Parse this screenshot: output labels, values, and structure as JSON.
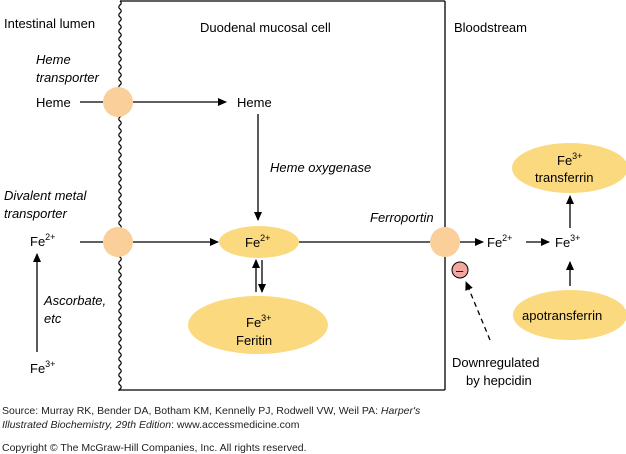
{
  "regions": {
    "lumen": "Intestinal lumen",
    "cell": "Duodenal mucosal cell",
    "blood": "Bloodstream"
  },
  "transporters": {
    "heme": [
      "Heme",
      "transporter"
    ],
    "dmt": [
      "Divalent metal",
      "transporter"
    ],
    "ferroportin": "Ferroportin"
  },
  "species": {
    "heme_lumen": "Heme",
    "heme_cell": "Heme",
    "fe_base": "Fe",
    "fe2_sup": "2+",
    "fe3_sup": "3+"
  },
  "labels": {
    "heme_oxygenase": "Heme oxygenase",
    "ascorbate": [
      "Ascorbate,",
      "etc"
    ],
    "ferritin": "Feritin",
    "transferrin": "transferrin",
    "apotransferrin": "apotransferrin",
    "downregulated": [
      "Downregulated",
      "by hepcidin"
    ],
    "minus": "–"
  },
  "footer": {
    "source_prefix": "Source: Murray RK, Bender DA, Botham KM, Kennelly PJ, Rodwell VW, Weil PA: ",
    "book_title_1": "Harper's",
    "book_title_2": "Illustrated Biochemistry, 29th Edition",
    "source_suffix": ": www.accessmedicine.com",
    "copyright": "Copyright © The McGraw-Hill Companies, Inc. All rights reserved."
  },
  "colors": {
    "node_fill": "#fbcf9a",
    "ellipse_fill": "#fbd97f",
    "inhibit_fill": "#f2a7a0",
    "line": "#000000"
  }
}
